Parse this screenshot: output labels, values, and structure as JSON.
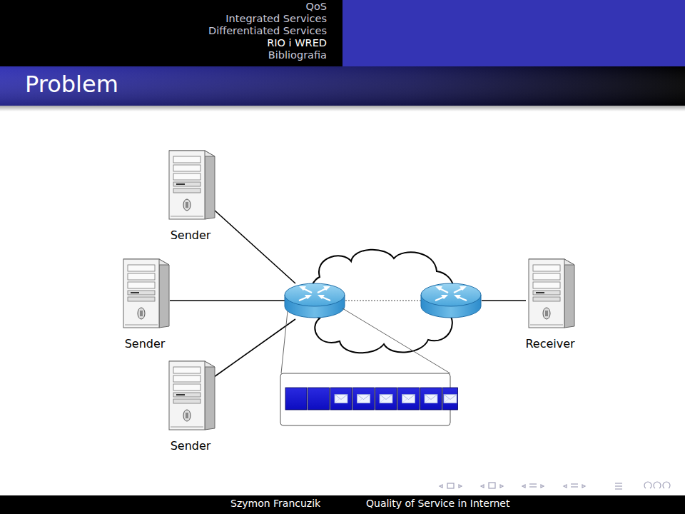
{
  "diagram": {
    "title": "Problem",
    "nodes": [
      {
        "text": [
          "Sender"
        ]
      },
      {
        "text": [
          "Sender"
        ]
      },
      {
        "text": [
          "Sender"
        ]
      },
      {
        "text": [
          "Receiver"
        ]
      }
    ],
    "labels": [
      "QoS",
      "Integrated Services",
      "Differentiated Services",
      "RIO i WRED",
      "Bibliografia",
      "Szymon Francuzik",
      "Quality of Service in Internet"
    ]
  }
}
